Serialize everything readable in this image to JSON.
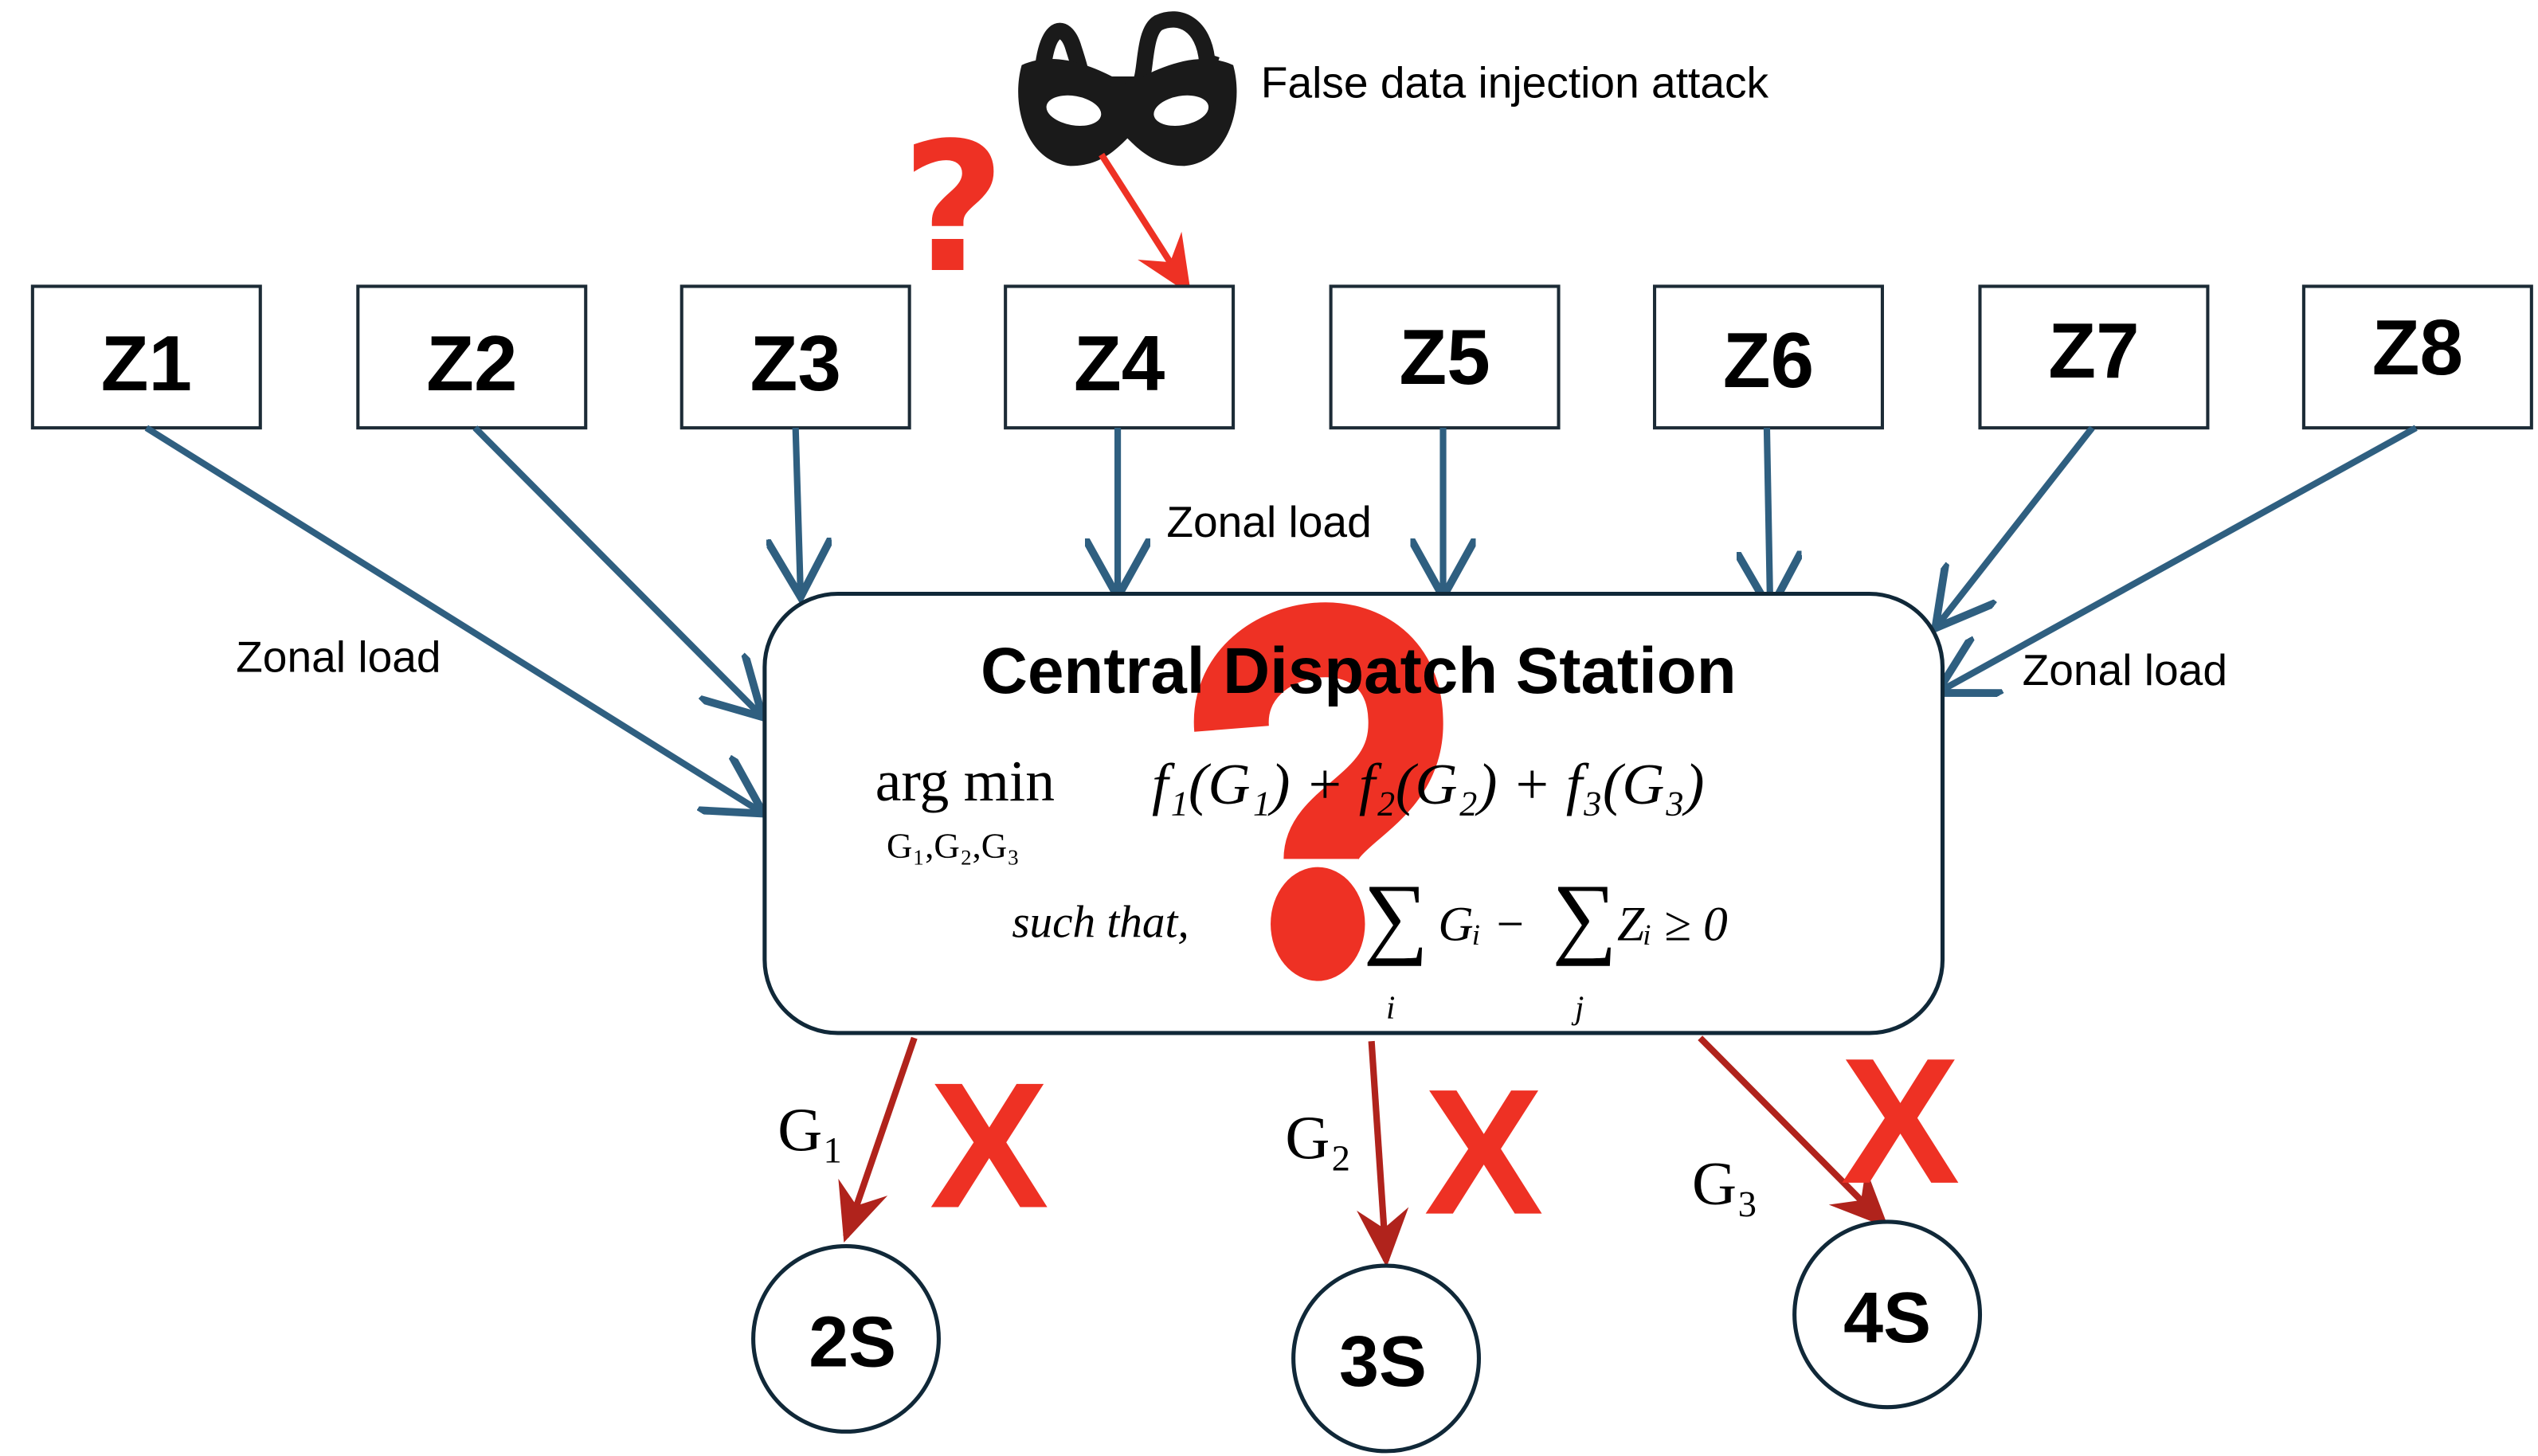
{
  "attack": {
    "label": "False data injection attack",
    "icon": "mask-icon"
  },
  "zones": [
    "Z1",
    "Z2",
    "Z3",
    "Z4",
    "Z5",
    "Z6",
    "Z7",
    "Z8"
  ],
  "zonal_load_labels": [
    "Zonal load",
    "Zonal load",
    "Zonal load"
  ],
  "station": {
    "title": "Central Dispatch Station",
    "argmin": "arg min",
    "argmin_sub": "G₁,G₂,G₃",
    "objective": "f₁(G₁) + f₂(G₂) + f₃(G₃)",
    "such_that": "such that,",
    "sum_symbol": "∑",
    "sum_index_i": "i",
    "sum_index_j": "j",
    "term_g": "Gᵢ −",
    "term_z": "Zᵢ ≥ 0"
  },
  "question_mark": "?",
  "blocked_mark": "X",
  "outputs": [
    {
      "label": "G₁",
      "node": "2S"
    },
    {
      "label": "G₂",
      "node": "3S"
    },
    {
      "label": "G₃",
      "node": "4S"
    }
  ],
  "colors": {
    "zone_arrow": "#2f5f80",
    "dispatch_arrow": "#b0231c",
    "attack": "#ee3124"
  }
}
